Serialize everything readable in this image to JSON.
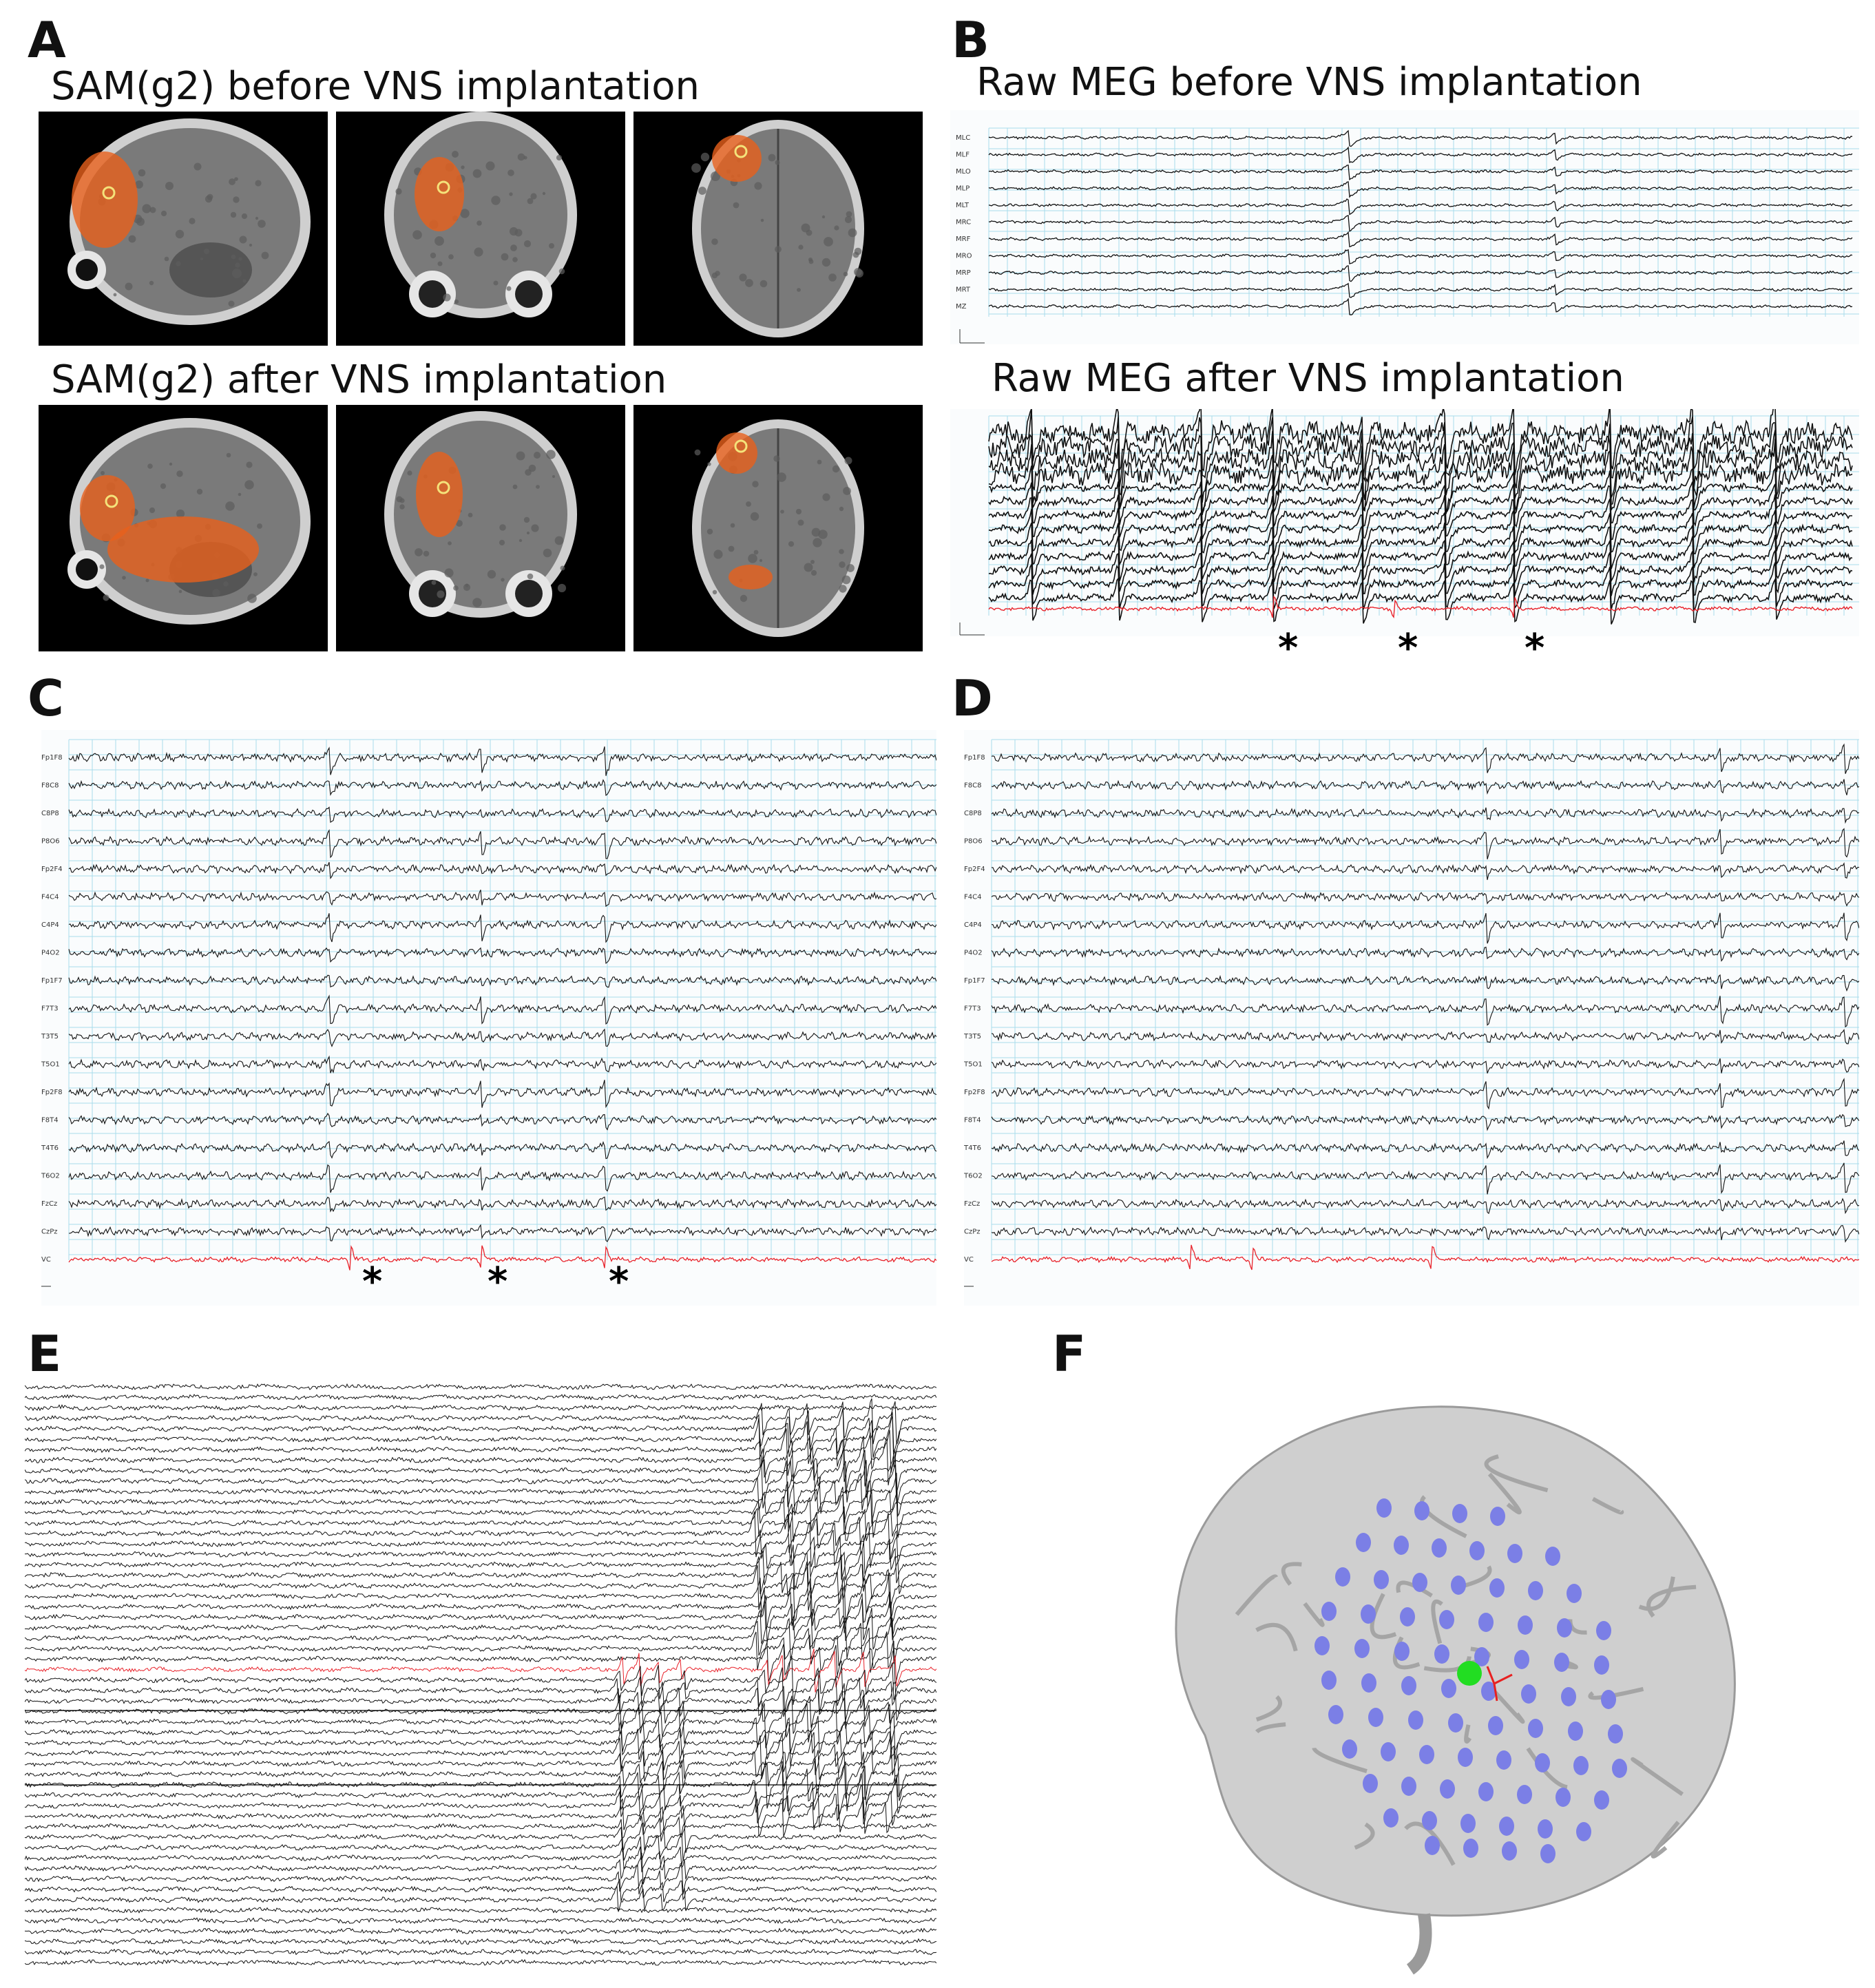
{
  "panels": {
    "A": {
      "letter": "A",
      "before_caption": "SAM(g2) before VNS implantation",
      "after_caption": "SAM(g2) after VNS implantation",
      "views": [
        "sagittal",
        "coronal",
        "axial"
      ]
    },
    "B": {
      "letter": "B",
      "before_caption": "Raw MEG before VNS implantation",
      "after_caption": "Raw MEG after VNS implantation",
      "before_channels": [
        "MLC",
        "MLF",
        "MLO",
        "MLP",
        "MLT",
        "MRC",
        "MRF",
        "MRO",
        "MRP",
        "MRT",
        "MZ"
      ],
      "asterisk": "*"
    },
    "C": {
      "letter": "C",
      "channels": [
        "Fp1F8",
        "F8C8",
        "C8P8",
        "P8O6",
        "Fp2F4",
        "F4C4",
        "C4P4",
        "P4O2",
        "Fp1F7",
        "F7T3",
        "T3T5",
        "T5O1",
        "Fp2F8",
        "F8T4",
        "T4T6",
        "T6O2",
        "FzCz",
        "CzPz",
        "VC"
      ],
      "asterisk": "*"
    },
    "D": {
      "letter": "D",
      "channels": [
        "Fp1F8",
        "F8C8",
        "C8P8",
        "P8O6",
        "Fp2F4",
        "F4C4",
        "C4P4",
        "P4O2",
        "Fp1F7",
        "F7T3",
        "T3T5",
        "T5O1",
        "Fp2F8",
        "F8T4",
        "T4T6",
        "T6O2",
        "FzCz",
        "CzPz",
        "VC"
      ]
    },
    "E": {
      "letter": "E"
    },
    "F": {
      "letter": "F"
    }
  },
  "colors": {
    "trace": "#111111",
    "highlight_trace": "#e8222a",
    "grid": "#a8dceb",
    "activation": "#e8601c",
    "electrode": "#7b7fe6",
    "target": "#22dd22",
    "brain": "#cfcfcf"
  }
}
